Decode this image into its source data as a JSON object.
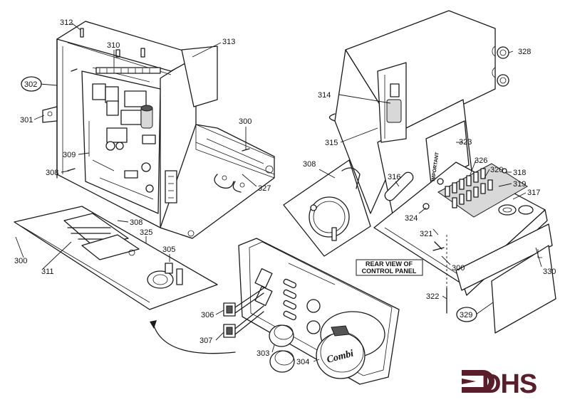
{
  "labels": {
    "l312": "312",
    "l310": "310",
    "l313": "313",
    "l302": "302",
    "l301": "301",
    "l309": "309",
    "l308a": "308",
    "l300a": "300",
    "l327": "327",
    "l300b": "300",
    "l311": "311",
    "l308b": "308",
    "l325": "325",
    "l305": "305",
    "l306": "306",
    "l307": "307",
    "l303": "303",
    "l304": "304",
    "l328": "328",
    "l314": "314",
    "l315": "315",
    "l323": "323",
    "l308c": "308",
    "l316": "316",
    "l326": "326",
    "l320": "320",
    "l318": "318",
    "l319": "319",
    "l317": "317",
    "l324": "324",
    "l321": "321",
    "l300c": "300",
    "l330": "330",
    "l322": "322",
    "l329": "329"
  },
  "rear_view": [
    "REAR VIEW OF",
    "CONTROL PANEL"
  ],
  "important_label": "IMPORTANT",
  "knob_brand": "Combi",
  "logo": {
    "text": "DHS",
    "color": "#5a1d2a"
  }
}
